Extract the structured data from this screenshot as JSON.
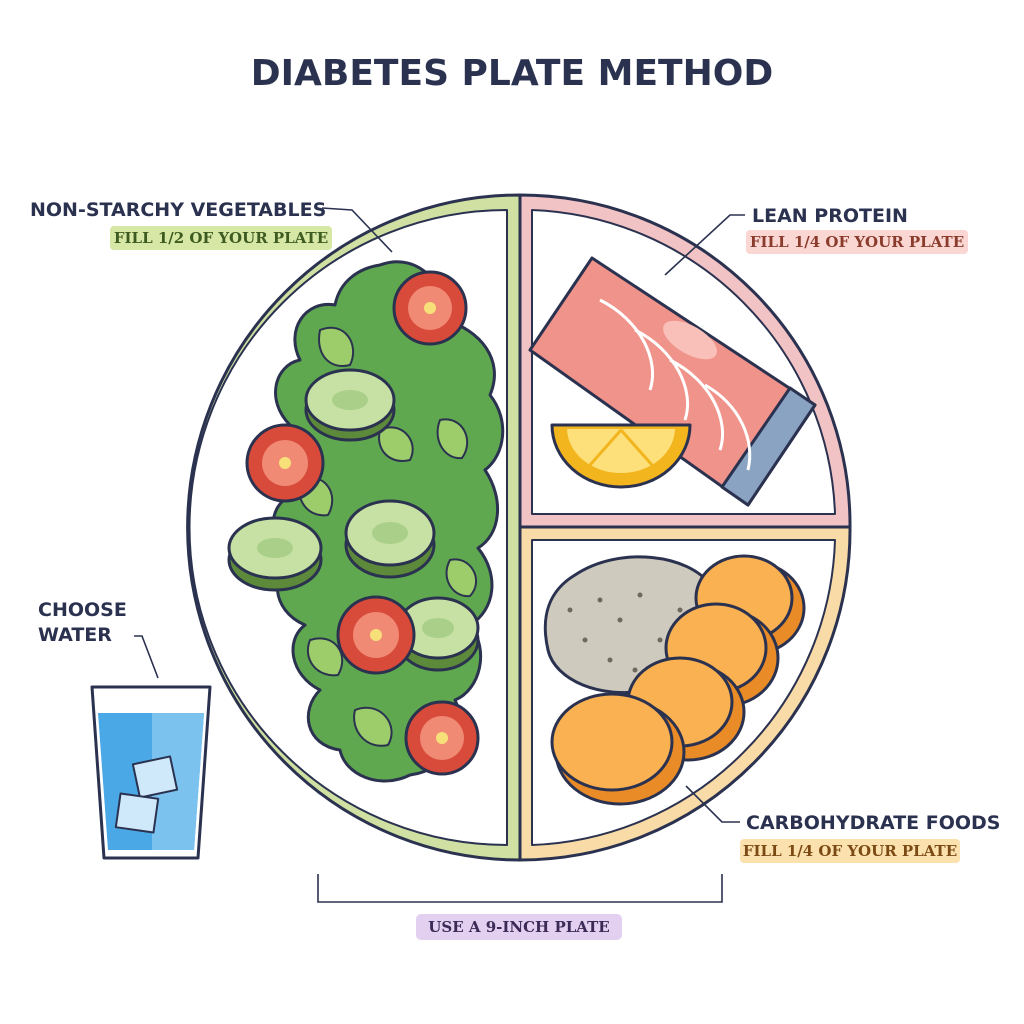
{
  "title": "DIABETES PLATE METHOD",
  "sections": {
    "vegetables": {
      "label": "NON-STARCHY VEGETABLES",
      "tag": "FILL 1/2 OF YOUR PLATE",
      "plate_fraction": 0.5
    },
    "protein": {
      "label": "LEAN PROTEIN",
      "tag": "FILL 1/4 OF YOUR PLATE",
      "plate_fraction": 0.25
    },
    "carbs": {
      "label": "CARBOHYDRATE FOODS",
      "tag": "FILL 1/4 OF YOUR PLATE",
      "plate_fraction": 0.25
    }
  },
  "water": {
    "label_line1": "CHOOSE",
    "label_line2": "WATER"
  },
  "plate_size": {
    "tag": "USE A 9-INCH PLATE"
  },
  "colors": {
    "outline": "#2b3250",
    "veg_rim": "#cfe0a2",
    "veg_tag_bg": "#d7e7a6",
    "veg_tag_text": "#3d5a20",
    "protein_rim": "#f2c3c4",
    "protein_tag_bg": "#fad7d3",
    "protein_tag_text": "#8a3b2b",
    "carb_rim": "#f8dba6",
    "carb_tag_bg": "#fbe1ad",
    "carb_tag_text": "#7b4a14",
    "plate_tag_bg": "#e3cff0",
    "plate_tag_text": "#3a2a55",
    "water": "#4aa8e6",
    "lettuce_dark": "#4f9a45",
    "lettuce_light": "#9ccd6a",
    "tomato": "#d84a3a",
    "cucumber": "#a9cf88",
    "salmon": "#f0938a",
    "lemon": "#f7c52e",
    "sweet_potato": "#f5a540",
    "rice": "#cfcabe"
  }
}
